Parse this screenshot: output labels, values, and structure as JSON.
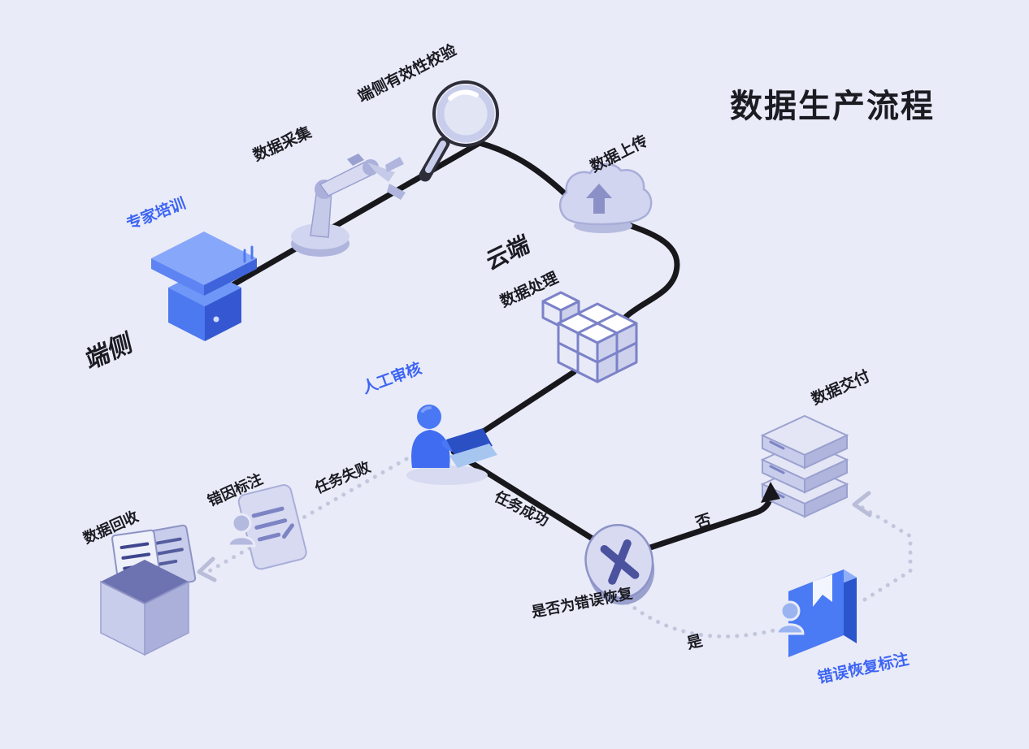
{
  "title": "数据生产流程",
  "zones": {
    "device": "端侧",
    "cloud": "云端"
  },
  "steps": {
    "expert_training": "专家培训",
    "data_collection": "数据采集",
    "device_validation": "端侧有效性校验",
    "data_upload": "数据上传",
    "data_processing": "数据处理",
    "manual_review": "人工审核",
    "error_cause_annotation": "错因标注",
    "data_recycle": "数据回收",
    "data_delivery": "数据交付",
    "error_recovery_annotation": "错误恢复标注"
  },
  "edges": {
    "task_failed": "任务失败",
    "task_success": "任务成功",
    "decision": "是否为错误恢复",
    "yes": "是",
    "no": "否"
  },
  "flow": [
    {
      "from": "专家培训",
      "to": "数据采集",
      "style": "solid"
    },
    {
      "from": "数据采集",
      "to": "端侧有效性校验",
      "style": "solid"
    },
    {
      "from": "端侧有效性校验",
      "to": "数据上传",
      "style": "solid"
    },
    {
      "from": "数据上传",
      "to": "数据处理",
      "style": "solid"
    },
    {
      "from": "数据处理",
      "to": "人工审核",
      "style": "solid"
    },
    {
      "from": "人工审核",
      "to": "错因标注",
      "style": "dotted",
      "label": "任务失败"
    },
    {
      "from": "错因标注",
      "to": "数据回收",
      "style": "dotted"
    },
    {
      "from": "人工审核",
      "to": "是否为错误恢复",
      "style": "solid",
      "label": "任务成功"
    },
    {
      "from": "是否为错误恢复",
      "to": "数据交付",
      "style": "solid",
      "label": "否"
    },
    {
      "from": "是否为错误恢复",
      "to": "错误恢复标注",
      "style": "dotted",
      "label": "是"
    },
    {
      "from": "错误恢复标注",
      "to": "数据交付",
      "style": "dotted"
    }
  ],
  "icons": {
    "expert_training": "podium-icon",
    "data_collection": "robot-arm-icon",
    "device_validation": "magnifier-icon",
    "data_upload": "cloud-upload-icon",
    "data_processing": "cube-icon",
    "manual_review": "person-laptop-icon",
    "error_cause_annotation": "document-person-icon",
    "data_recycle": "box-papers-icon",
    "data_delivery": "server-stack-icon",
    "decision": "x-disc-icon",
    "error_recovery_annotation": "book-person-icon"
  },
  "colors": {
    "background": "#e9ebf8",
    "accent_blue": "#3c64f4",
    "text_dark": "#1b1b22",
    "line_black": "#18181c",
    "dotted_gray": "#c3c7dd",
    "icon_lavender": "#ccd0ec"
  }
}
